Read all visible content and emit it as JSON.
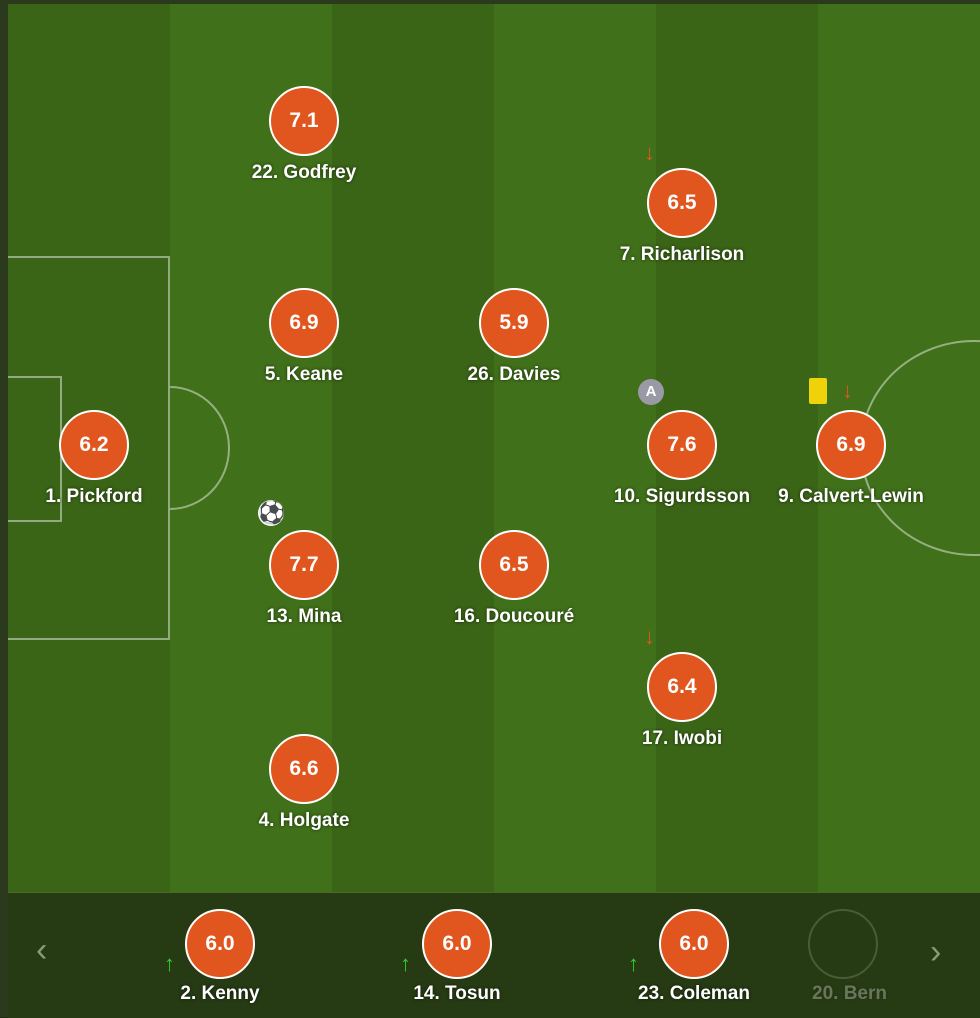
{
  "colors": {
    "rating_bg": "#e0561e",
    "yellow_card": "#f0d20a",
    "sub_in": "#33cc33",
    "sub_out": "#e0561e"
  },
  "players": [
    {
      "rating": "7.1",
      "name": "22. Godfrey"
    },
    {
      "rating": "6.5",
      "name": "7. Richarlison"
    },
    {
      "rating": "6.9",
      "name": "5. Keane"
    },
    {
      "rating": "5.9",
      "name": "26. Davies"
    },
    {
      "rating": "6.2",
      "name": "1. Pickford"
    },
    {
      "rating": "7.6",
      "name": "10. Sigurdsson"
    },
    {
      "rating": "6.9",
      "name": "9. Calvert-Lewin"
    },
    {
      "rating": "7.7",
      "name": "13. Mina"
    },
    {
      "rating": "6.5",
      "name": "16. Doucouré"
    },
    {
      "rating": "6.4",
      "name": "17. Iwobi"
    },
    {
      "rating": "6.6",
      "name": "4. Holgate"
    }
  ],
  "captain_badge": "A",
  "icons": {
    "subbed_off": "arrow-down-icon",
    "subbed_on": "arrow-up-icon",
    "goal": "soccer-ball-icon",
    "card": "yellow-card-icon"
  },
  "bench": {
    "prev_label": "‹",
    "next_label": "›",
    "players": [
      {
        "rating": "6.0",
        "name": "2. Kenny"
      },
      {
        "rating": "6.0",
        "name": "14. Tosun"
      },
      {
        "rating": "6.0",
        "name": "23. Coleman"
      },
      {
        "rating": "",
        "name": "20. Bern"
      }
    ]
  }
}
